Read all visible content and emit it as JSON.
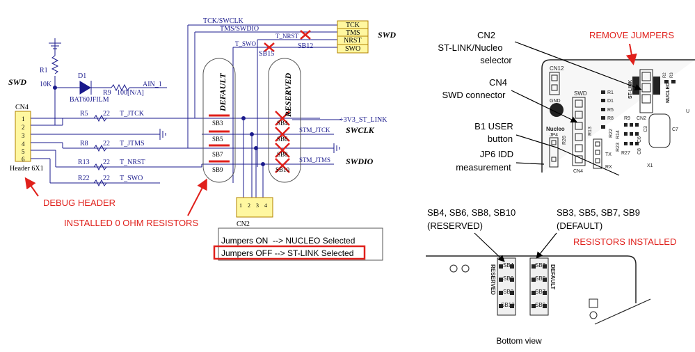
{
  "colors": {
    "wire": "#1a1a8c",
    "annotation_red": "#e0201b",
    "jtag_box": "#fff7a0"
  },
  "schematic": {
    "resistor_r1": {
      "ref": "R1",
      "value": "10K"
    },
    "diode_d1": {
      "ref": "D1",
      "part": "BAT60JFILM"
    },
    "resistor_r9": {
      "ref": "R9",
      "value": "100[N/A]"
    },
    "net_ain1": "AIN_1",
    "swd_left": "SWD",
    "connector_cn4": {
      "ref": "CN4",
      "pins": [
        "1",
        "2",
        "3",
        "4",
        "5",
        "6"
      ],
      "part": "Header 6X1"
    },
    "series_resistors": [
      {
        "ref": "R5",
        "value": "22",
        "net": "T_JTCK"
      },
      {
        "ref": "R8",
        "value": "22",
        "net": "T_JTMS"
      },
      {
        "ref": "R13",
        "value": "22",
        "net": "T_NRST"
      },
      {
        "ref": "R22",
        "value": "22",
        "net": "T_SWO"
      }
    ],
    "top_nets": [
      "TCK/SWCLK",
      "TMS/SWDIO",
      "T_NRST",
      "T_SWO"
    ],
    "solder_bridges_top": [
      "SB15",
      "SB12"
    ],
    "jtag_box": [
      "TCK",
      "TMS",
      "NRST",
      "SWO"
    ],
    "swd_right": "SWD",
    "default_label": "DEFAULT",
    "reserved_label": "RESERVED",
    "sb_default": [
      "SB3",
      "SB5",
      "SB7",
      "SB9"
    ],
    "sb_reserved": [
      "SB4",
      "SB6",
      "SB8",
      "SB10"
    ],
    "right_nets": [
      "+3V3_ST_LINK",
      "STM_JTCK",
      "STM_JTMS"
    ],
    "right_labels": [
      "SWCLK",
      "SWDIO"
    ],
    "connector_cn2": {
      "ref": "CN2",
      "pins": [
        "1",
        "2",
        "3",
        "4"
      ]
    },
    "legend": [
      "Jumpers ON  --> NUCLEO Selected",
      "Jumpers OFF --> ST-LINK Selected"
    ]
  },
  "annotations": {
    "debug_header": "DEBUG HEADER",
    "installed_resistors": "INSTALLED 0 OHM RESISTORS",
    "remove_jumpers": "REMOVE JUMPERS",
    "resistors_installed": "RESISTORS INSTALLED"
  },
  "board_top": {
    "cn2_label": [
      "CN2",
      "ST-LINK/Nucleo",
      "selector"
    ],
    "cn4_label": [
      "CN4",
      "SWD connector"
    ],
    "b1_label": [
      "B1 USER",
      "button"
    ],
    "jp6_label": [
      "JP6 IDD",
      "measurement"
    ],
    "silk": {
      "cn12": "CN12",
      "swd": "SWD",
      "gnd": "GND",
      "nucleo": "Nucleo",
      "stlink": "ST-LINK",
      "nucleo_v": "NUCLEO",
      "r1": "R1",
      "d1": "D1",
      "r5": "R5",
      "r8": "R8",
      "r9": "R9",
      "r13": "R13",
      "r22": "R22",
      "r23": "R23",
      "r14": "R14",
      "r26": "R26",
      "r27": "R27",
      "r2": "R2",
      "r3": "R3",
      "c7": "C7",
      "c6": "C6",
      "c8": "C8",
      "c3": "C3",
      "cn2": "CN2",
      "cn4": "CN4",
      "jp4": "JP4",
      "tx": "TX",
      "rx": "RX",
      "x1": "X1",
      "u": "U"
    }
  },
  "board_bottom": {
    "reserved_group": [
      "SB4, SB6, SB8, SB10",
      "(RESERVED)"
    ],
    "default_group": [
      "SB3, SB5, SB7, SB9",
      "(DEFAULT)"
    ],
    "sb_left": [
      "SB4",
      "SB6",
      "SB8",
      "SB10"
    ],
    "sb_right": [
      "SB3",
      "SB5",
      "SB7",
      "SB9"
    ],
    "reserved_v": "RESERVED",
    "default_v": "DEFAULT",
    "caption": "Bottom view"
  }
}
